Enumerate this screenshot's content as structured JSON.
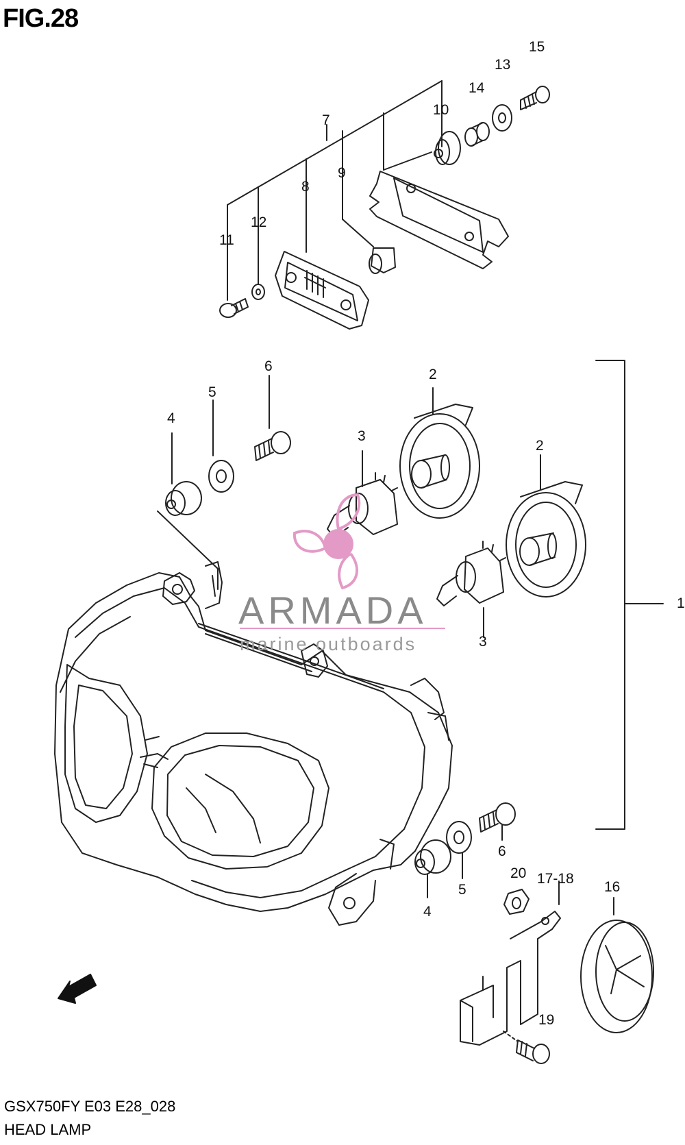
{
  "header": {
    "fig_title": "FIG.28"
  },
  "footer": {
    "model_code": "GSX750FY E03 E28_028",
    "section_name": "HEAD LAMP"
  },
  "watermark": {
    "brand": "ARMADA",
    "tagline": "marine outboards",
    "brand_color": "#e39ac6"
  },
  "direction_badge": {
    "text": "FWD"
  },
  "callouts": {
    "n1": "1",
    "n2a": "2",
    "n2b": "2",
    "n3a": "3",
    "n3b": "3",
    "n4a": "4",
    "n4b": "4",
    "n5a": "5",
    "n5b": "5",
    "n6a": "6",
    "n6b": "6",
    "n7": "7",
    "n8": "8",
    "n9": "9",
    "n10": "10",
    "n11": "11",
    "n12": "12",
    "n13": "13",
    "n14": "14",
    "n15": "15",
    "n16": "16",
    "n17_18": "17-18",
    "n19": "19",
    "n20": "20"
  }
}
